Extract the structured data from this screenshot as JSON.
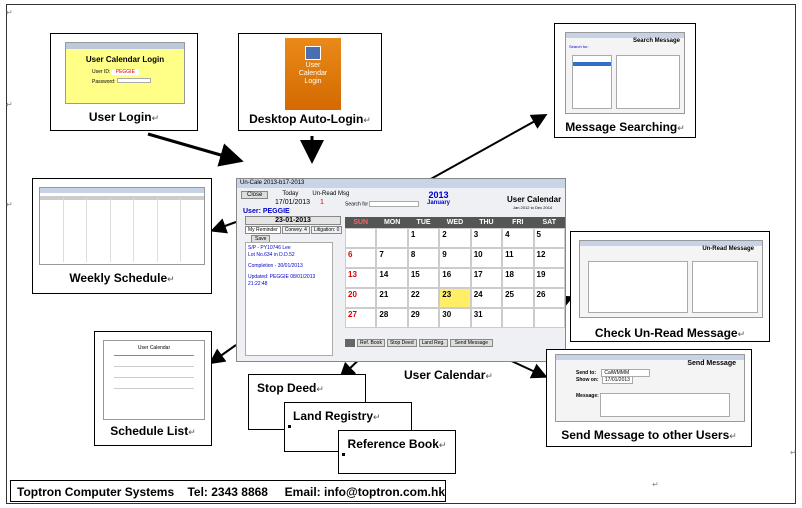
{
  "captions": {
    "user_login": "User Login",
    "desktop_auto_login": "Desktop Auto-Login",
    "message_searching": "Message Searching",
    "weekly_schedule": "Weekly Schedule",
    "user_calendar": "User Calendar",
    "check_unread": "Check Un-Read Message",
    "schedule_list": "Schedule List",
    "stop_deed": "Stop Deed",
    "land_registry": "Land Registry",
    "reference_book": "Reference Book",
    "send_message_users": "Send Message to other Users"
  },
  "return_mark": "↵",
  "login_window": {
    "title": "User Calendar Login",
    "user_id_label": "User ID:",
    "user_id_value": "PEGGIE",
    "password_label": "Password:"
  },
  "desktop_icon": {
    "label_lines": [
      "User",
      "Calendar",
      "Login"
    ]
  },
  "message_search_window": {
    "title": "Search Message",
    "search_for": "Search for:"
  },
  "send_message_window": {
    "title": "Send Message",
    "send_to_label": "Send to:",
    "send_to_value": "CalWMMM",
    "show_on_label": "Show on:",
    "show_on_value": "17/01/2013",
    "message_label": "Message:"
  },
  "unread_window": {
    "title": "Un-Read Message"
  },
  "schedule_list_window": {
    "title": "User Calendar"
  },
  "calendar": {
    "window_title": "Un-Cale 2013-b17-2013",
    "close_label": "Close",
    "today_label": "Today",
    "today_date": "17/01/2013",
    "unread_label": "Un-Read Msg",
    "unread_count": "1",
    "user_label": "User: PEGGIE",
    "selected_date": "23-01-2013",
    "tabs": [
      "My Reminder",
      "Convey. 4",
      "Litigation: 0"
    ],
    "save_label": "Save",
    "reminders": [
      "S/P - PY10746 Lee",
      "Lot No.634 in D.D.52",
      "Completion - 30/01/2013",
      "Updated: PEGGIE  08/01/2013 21:22:48"
    ],
    "search_label": "Search for",
    "year": "2013",
    "month": "January",
    "app_title": "User Calendar",
    "range": "Jan 2012 to Dec 2014",
    "days": [
      "SUN",
      "MON",
      "TUE",
      "WED",
      "THU",
      "FRI",
      "SAT"
    ],
    "weeks": [
      [
        "",
        "",
        "1",
        "2",
        "3",
        "4",
        "5"
      ],
      [
        "6",
        "7",
        "8",
        "9",
        "10",
        "11",
        "12"
      ],
      [
        "13",
        "14",
        "15",
        "16",
        "17",
        "18",
        "19"
      ],
      [
        "20",
        "21",
        "22",
        "23",
        "24",
        "25",
        "26"
      ],
      [
        "27",
        "28",
        "29",
        "30",
        "31",
        "",
        ""
      ]
    ],
    "bottom_buttons": [
      "Ref. Book",
      "Stop Deed",
      "Land Reg.",
      "Send Message"
    ]
  },
  "footer": {
    "company": "Toptron Computer Systems",
    "tel": "Tel: 2343 8868",
    "email": "Email: info@toptron.com.hk"
  }
}
